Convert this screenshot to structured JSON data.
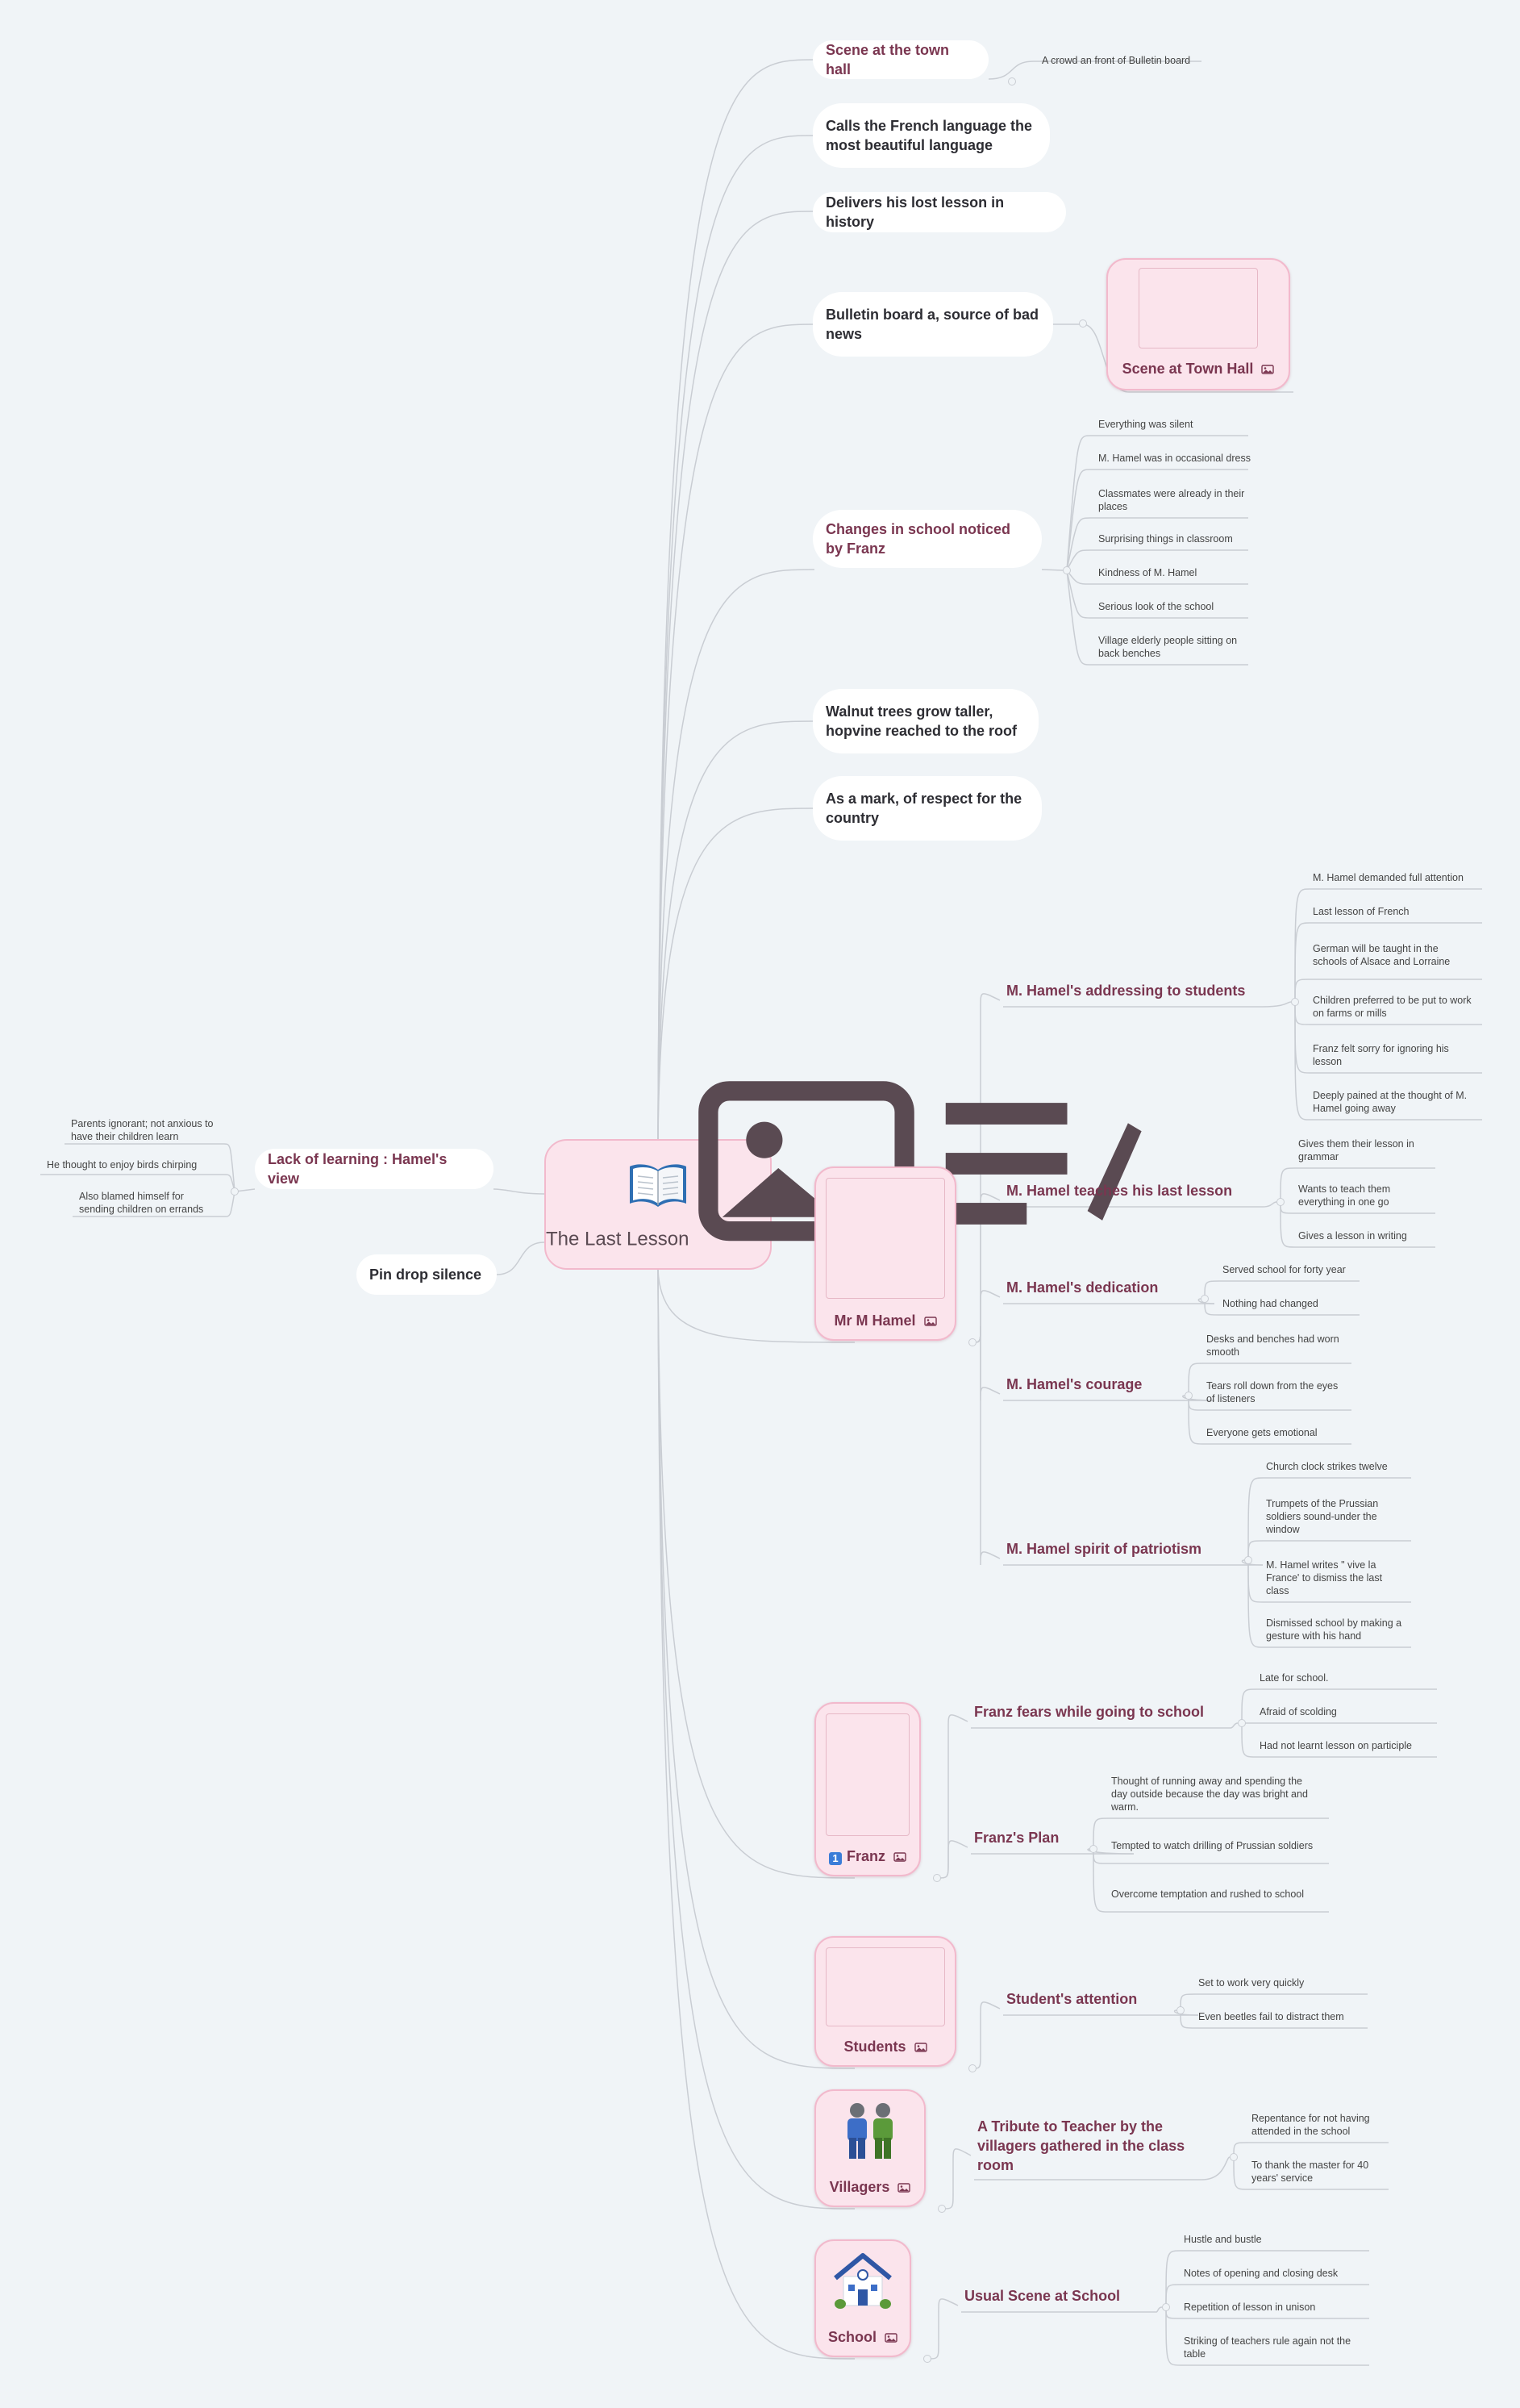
{
  "root": {
    "title": "The Last Lesson",
    "icon": "open-book-icon"
  },
  "left": {
    "lack": {
      "label": "Lack of learning : Hamel's view",
      "items": [
        "Parents ignorant; not anxious to have their children learn",
        "He thought to enjoy birds chirping",
        "Also blamed himself for sending children on errands"
      ]
    },
    "pin": {
      "label": "Pin drop silence"
    }
  },
  "right": {
    "town_hall": {
      "label": "Scene at the town hall",
      "note": "A crowd an front of Bulletin board"
    },
    "french": {
      "label": "Calls the French language the most beautiful language"
    },
    "history": {
      "label": "Delivers his lost lesson in history"
    },
    "bulletin": {
      "label": "Bulletin board a, source of bad news",
      "card": "Scene at Town Hall"
    },
    "changes": {
      "label": "Changes in school noticed by Franz",
      "items": [
        "Everything was silent",
        "M. Hamel was in occasional dress",
        "Classmates were already in their places",
        "Surprising things in classroom",
        "Kindness of M. Hamel",
        "Serious look of the school",
        "Village elderly people sitting on back benches"
      ]
    },
    "walnut": {
      "label": "Walnut trees grow taller, hopvine reached to the roof"
    },
    "respect": {
      "label": "As a mark, of respect for the country"
    },
    "hamel": {
      "card": "Mr M Hamel",
      "groups": [
        {
          "label": "M. Hamel's addressing to students",
          "items": [
            "M. Hamel demanded full attention",
            "Last lesson of French",
            "German will be taught in the schools of Alsace and Lorraine",
            "Children preferred to be put to work on farms or mills",
            "Franz felt sorry for ignoring his lesson",
            "Deeply pained at the thought of M. Hamel going away"
          ]
        },
        {
          "label": "M. Hamel teaches his last lesson",
          "items": [
            "Gives them their lesson in grammar",
            "Wants to teach them everything in one go",
            "Gives a lesson in writing"
          ]
        },
        {
          "label": "M. Hamel's dedication",
          "items": [
            "Served school for forty year",
            "Nothing had changed"
          ]
        },
        {
          "label": "M. Hamel's courage",
          "items": [
            "Desks and benches had worn smooth",
            "Tears roll down from the eyes of listeners",
            "Everyone gets emotional"
          ]
        },
        {
          "label": "M. Hamel spirit of patriotism",
          "items": [
            "Church clock strikes twelve",
            "Trumpets of the Prussian soldiers sound-under the window",
            "M. Hamel writes \" vive la France' to dismiss the last class",
            "Dismissed school by making a gesture with his hand"
          ]
        }
      ]
    },
    "franz": {
      "card": "Franz",
      "groups": [
        {
          "label": "Franz fears while going to school",
          "items": [
            "Late for school.",
            "Afraid of scolding",
            "Had not learnt lesson on participle"
          ]
        },
        {
          "label": "Franz's Plan",
          "items": [
            "Thought of running away and spending the day outside because the day was bright and warm.",
            "Tempted to watch drilling of Prussian soldiers",
            "Overcome temptation and rushed to school"
          ]
        }
      ]
    },
    "students": {
      "card": "Students",
      "groups": [
        {
          "label": "Student's attention",
          "items": [
            "Set to work very quickly",
            "Even beetles fail to distract them"
          ]
        }
      ]
    },
    "villagers": {
      "card": "Villagers",
      "groups": [
        {
          "label": "A Tribute to Teacher by the villagers gathered in the class room",
          "items": [
            "Repentance for not having attended in the school",
            "To thank the master for 40 years' service"
          ]
        }
      ]
    },
    "school": {
      "card": "School",
      "groups": [
        {
          "label": "Usual Scene at School",
          "items": [
            "Hustle and bustle",
            "Notes of opening and closing desk",
            "Repetition of lesson in unison",
            "Striking of teachers rule again not the table"
          ]
        }
      ]
    }
  }
}
